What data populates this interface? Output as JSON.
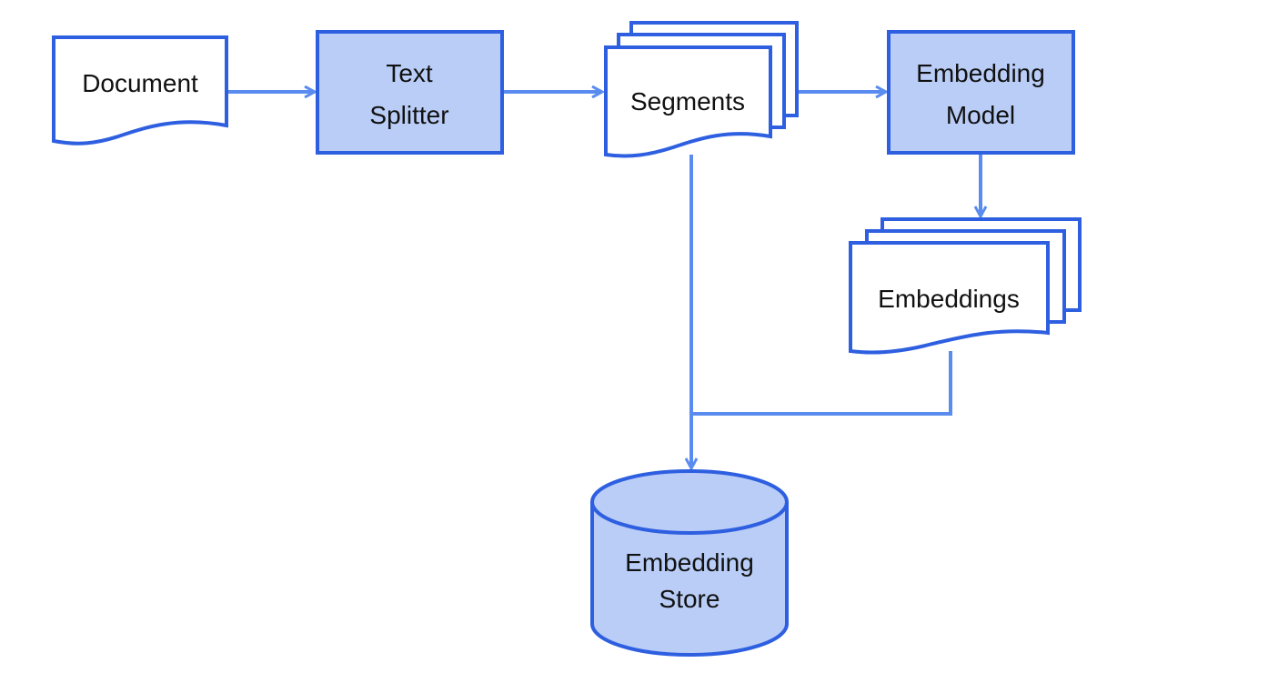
{
  "colors": {
    "stroke": "#2e5fe0",
    "process_fill": "#b9cdf7",
    "document_fill": "#ffffff",
    "connector": "#5a8cf0",
    "background": "#ffffff"
  },
  "nodes": {
    "document": {
      "label": "Document",
      "shape": "document"
    },
    "text_splitter": {
      "line1": "Text",
      "line2": "Splitter",
      "shape": "process"
    },
    "segments": {
      "label": "Segments",
      "shape": "multi-document"
    },
    "embedding_model": {
      "line1": "Embedding",
      "line2": "Model",
      "shape": "process"
    },
    "embeddings": {
      "label": "Embeddings",
      "shape": "multi-document"
    },
    "embedding_store": {
      "line1": "Embedding",
      "line2": "Store",
      "shape": "database"
    }
  },
  "edges": [
    {
      "from": "document",
      "to": "text_splitter"
    },
    {
      "from": "text_splitter",
      "to": "segments"
    },
    {
      "from": "segments",
      "to": "embedding_model"
    },
    {
      "from": "embedding_model",
      "to": "embeddings"
    },
    {
      "from": "segments",
      "to": "embedding_store"
    },
    {
      "from": "embeddings",
      "to": "embedding_store"
    }
  ]
}
